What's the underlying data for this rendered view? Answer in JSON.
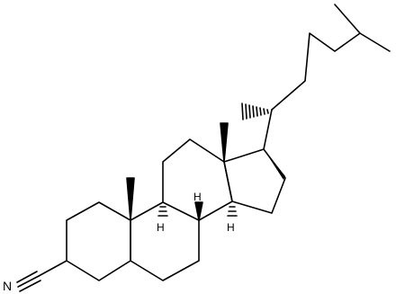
{
  "molecule": {
    "atoms": {
      "nitrogen": "N",
      "h8": "H",
      "h9": "H",
      "h14": "H"
    }
  }
}
